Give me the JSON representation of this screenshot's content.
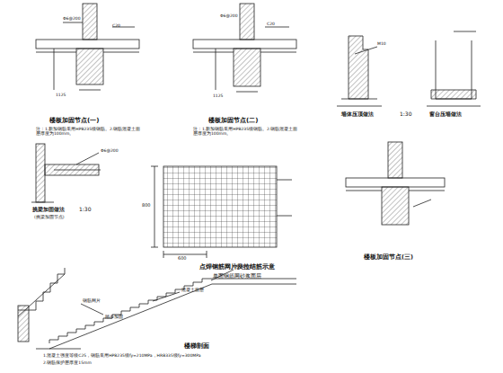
{
  "diagram": {
    "labels": [
      "楼板加固节点(一)",
      "注：1.新加钢筋采用HPB235级钢筋。2.钢筋混凝土面层厚度为100mm。",
      "楼板加固节点(二)",
      "注：1.新加钢筋采用HPB235级钢筋。2.钢筋混凝土面层厚度为100mm。",
      "墙体压顶做法",
      "1:30",
      "窗台压墙做法",
      "挑梁加固做法",
      "1:30",
      "(挑梁加固节点)",
      "点焊钢筋网片及拉结筋示意",
      "单面钢筋网砂浆面层",
      "600",
      "800",
      "楼板加固节点(三)",
      "楼梯剖面",
      "1.混凝土强度等级C25，钢筋采用HPB235级fy=210MPa，HRB335级fy=300MPa",
      "2.钢筋保护层厚度15mm",
      "C20",
      "Φ6@200",
      "1125",
      "C20",
      "Φ6@200",
      "1125",
      "M10",
      "Φ6@200",
      "楼梯平台",
      "踏步加固",
      "混凝土面层",
      "钢筋网片"
    ]
  }
}
